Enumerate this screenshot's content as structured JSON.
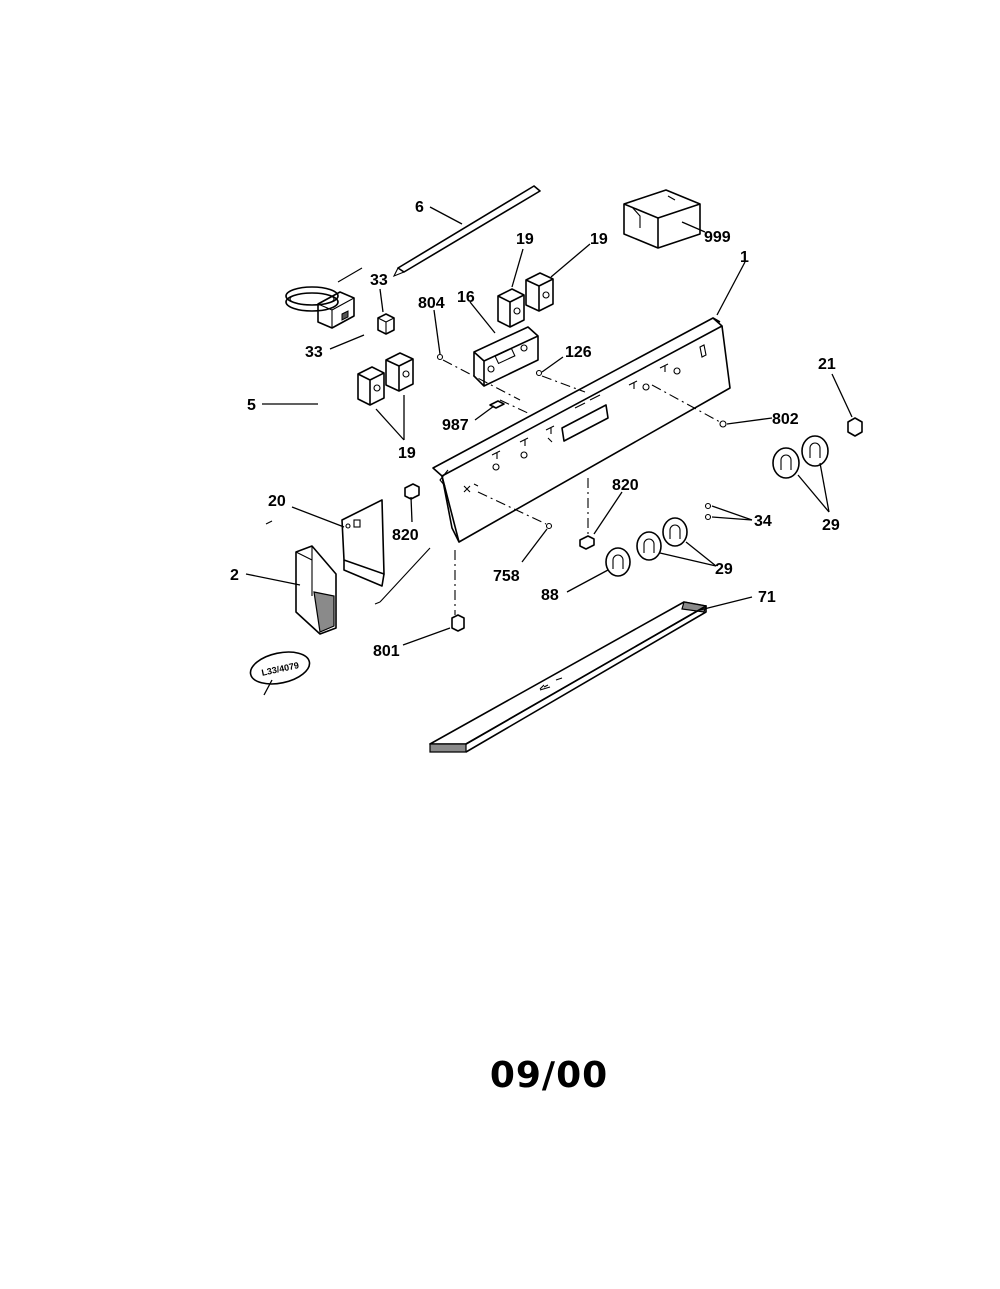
{
  "diagram": {
    "part_labels": {
      "p6": "6",
      "p999": "999",
      "p19a": "19",
      "p19b": "19",
      "p19c": "19",
      "p1": "1",
      "p33a": "33",
      "p33b": "33",
      "p804": "804",
      "p16": "16",
      "p126": "126",
      "p5": "5",
      "p987": "987",
      "p802": "802",
      "p21": "21",
      "p20": "20",
      "p820a": "820",
      "p820b": "820",
      "p34": "34",
      "p29a": "29",
      "p29b": "29",
      "p2": "2",
      "p758": "758",
      "p88": "88",
      "p71": "71",
      "p801": "801"
    },
    "literature_tag": "L33/4079"
  },
  "footer": {
    "date_code": "09/00"
  }
}
